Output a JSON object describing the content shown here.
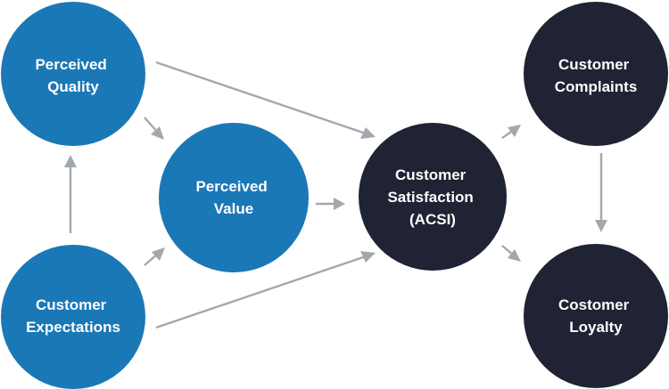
{
  "colors": {
    "blue_node": "#1a78b6",
    "dark_node": "#1f2333",
    "arrow": "#a3a8ae",
    "label": "#ffffff"
  },
  "nodes": {
    "perceived_quality": {
      "lines": [
        "Perceived",
        "Quality"
      ]
    },
    "perceived_value": {
      "lines": [
        "Perceived",
        "Value"
      ]
    },
    "customer_expectations": {
      "lines": [
        "Customer",
        "Expectations"
      ]
    },
    "customer_satisfaction": {
      "lines": [
        "Customer",
        "Satisfaction",
        "(ACSI)"
      ]
    },
    "customer_complaints": {
      "lines": [
        "Customer",
        "Complaints"
      ]
    },
    "customer_loyalty": {
      "lines": [
        "Costomer",
        "Loyalty"
      ]
    }
  }
}
